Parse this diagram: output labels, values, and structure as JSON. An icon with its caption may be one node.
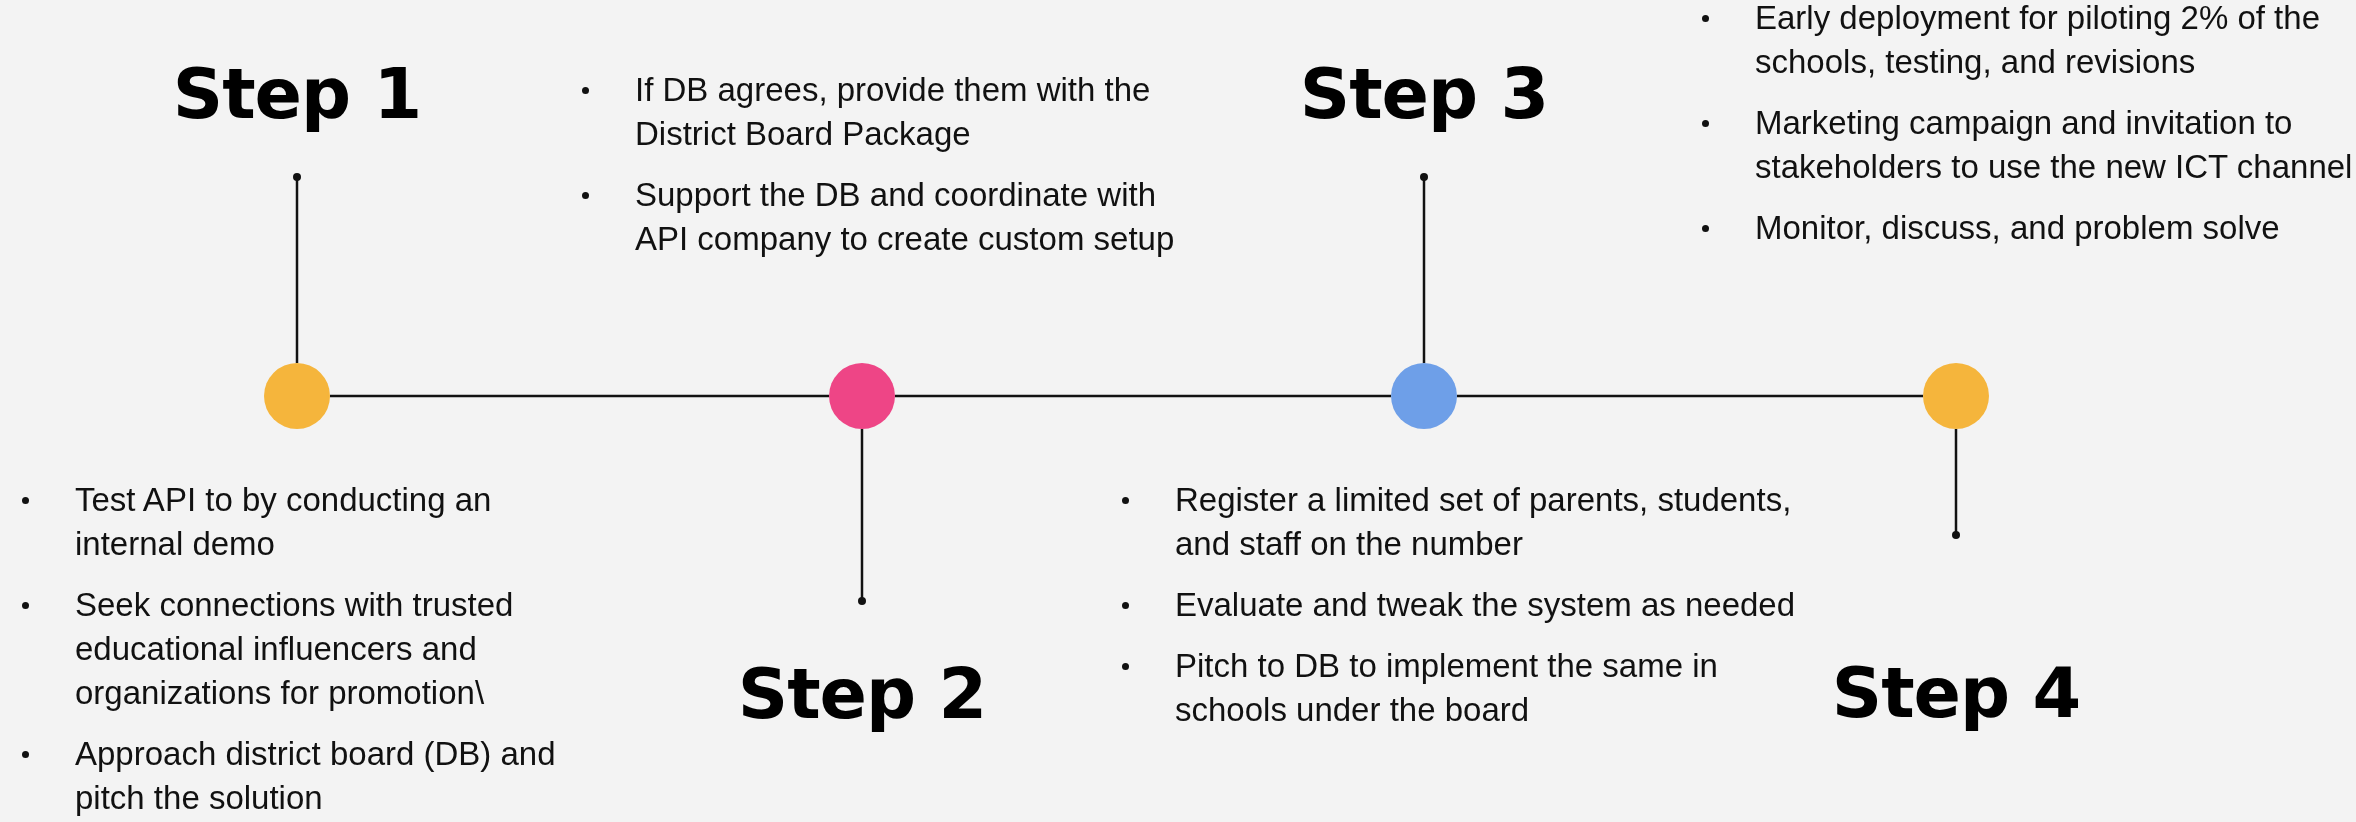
{
  "diagram": {
    "nodes": [
      {
        "text": [
          "Step 1"
        ],
        "beside": [
          "Test API to by conducting an internal demo",
          "Seek connections with trusted educational influencers and organizations for promotion\\",
          "Approach district board (DB) and pitch the solution"
        ]
      },
      {
        "text": [],
        "shape": "circle"
      },
      {
        "text": [
          "Step 2"
        ],
        "beside": [
          "If DB agrees, provide them with the District Board Package",
          "Support the DB and coordinate with API company to create custom setup"
        ]
      },
      {
        "text": [],
        "shape": "circle"
      },
      {
        "text": [
          "Step 3"
        ],
        "beside": [
          "Register a limited set of parents, students, and staff on the number",
          "Evaluate and tweak the system as needed",
          "Pitch to DB to implement the same in schools under the board"
        ]
      },
      {
        "text": [],
        "shape": "circle"
      },
      {
        "text": [
          "Step 4"
        ],
        "beside": [
          "Early deployment for piloting 2% of the schools, testing, and revisions",
          "Marketing campaign and invitation to stakeholders to use the new ICT channel",
          "Monitor, discuss, and problem solve"
        ]
      },
      {
        "text": [],
        "shape": "circle"
      }
    ],
    "edges": [
      {
        "from": 0,
        "to": 1,
        "arrow": "other"
      },
      {
        "from": 2,
        "to": 3,
        "arrow": "other"
      },
      {
        "from": 4,
        "to": 5,
        "arrow": "other"
      },
      {
        "from": 6,
        "to": 7,
        "arrow": "other"
      },
      {
        "from": 1,
        "to": 3,
        "arrow": "none"
      },
      {
        "from": 3,
        "to": 5,
        "arrow": "none"
      },
      {
        "from": 5,
        "to": 7,
        "arrow": "none"
      }
    ]
  }
}
